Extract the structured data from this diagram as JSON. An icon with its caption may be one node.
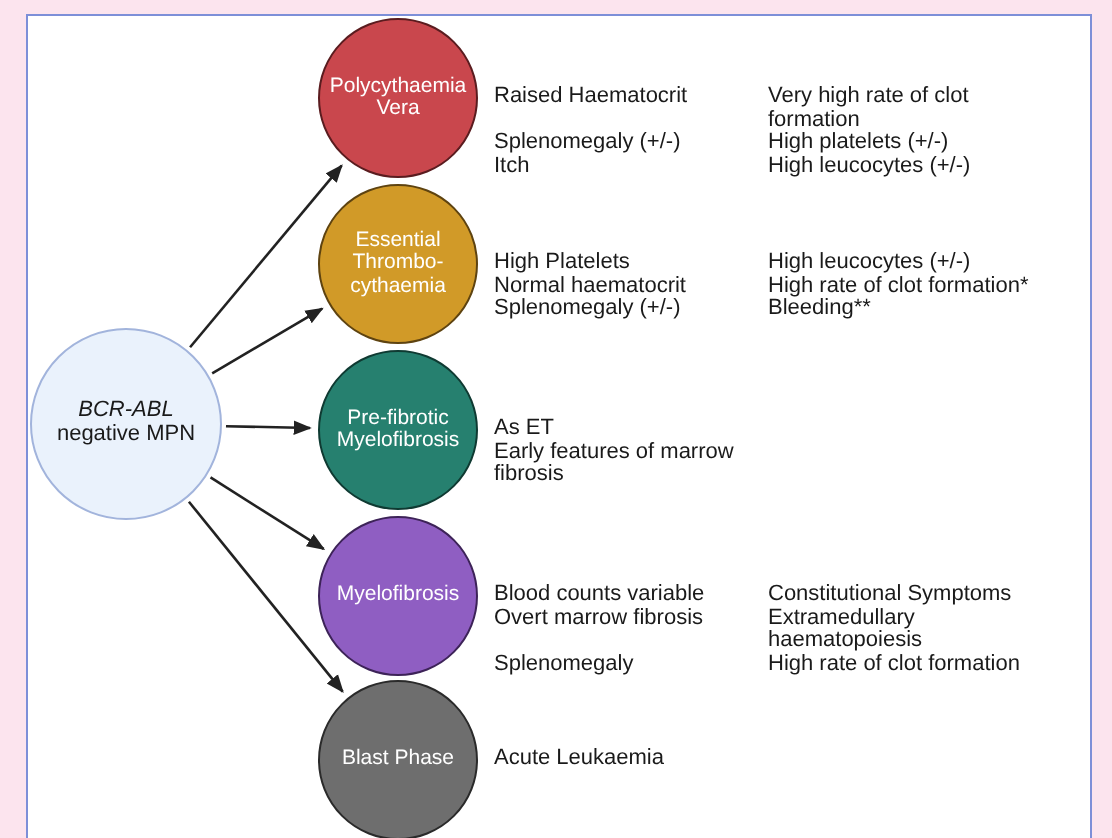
{
  "diagram": {
    "nodes": [
      {
        "text": [
          "*BCR-ABL* negative MPN"
        ]
      },
      {
        "text": [
          "Polycythaemia Vera"
        ],
        "beside": [
          "Raised Haematocrit",
          "Splenomegaly (+/-)",
          "Itch",
          "Very high rate of clot formation",
          "High platelets (+/-)",
          "High leucocytes (+/-)"
        ]
      },
      {
        "text": [
          "Essential Thrombo- cythaemia"
        ],
        "beside": [
          "High Platelets",
          "Normal haematocrit",
          "Splenomegaly (+/-)",
          "High leucocytes (+/-)",
          "High rate of clot formation*",
          "Bleeding**"
        ]
      },
      {
        "text": [
          "Pre-fibrotic Myelofibrosis"
        ],
        "beside": [
          "As ET",
          "Early features of marrow fibrosis"
        ]
      },
      {
        "text": [
          "Myelofibrosis"
        ],
        "beside": [
          "Blood counts variable",
          "Overt marrow fibrosis",
          "Splenomegaly",
          "Constitutional Symptoms",
          "Extramedullary haematopoiesis",
          "High rate of clot formation"
        ]
      },
      {
        "text": [
          "Blast Phase"
        ],
        "beside": [
          "Acute Leukaemia"
        ]
      }
    ],
    "edges": [
      {
        "from": 0,
        "to": 1,
        "arrow": "to"
      },
      {
        "from": 0,
        "to": 2,
        "arrow": "to"
      },
      {
        "from": 0,
        "to": 3,
        "arrow": "to"
      },
      {
        "from": 0,
        "to": 4,
        "arrow": "to"
      },
      {
        "from": 0,
        "to": 5,
        "arrow": "to"
      }
    ]
  }
}
